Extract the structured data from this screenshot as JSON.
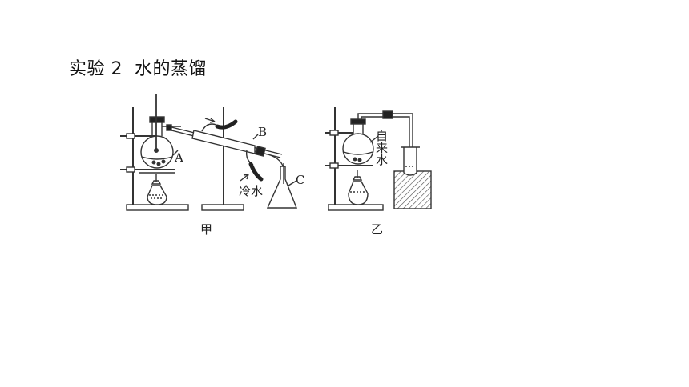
{
  "slide": {
    "title": "实验 2  水的蒸馏"
  },
  "diagram": {
    "apparatus_a": {
      "caption": "甲",
      "label_flask": "A",
      "label_condenser": "B",
      "label_receiver": "C",
      "label_cold_water": "冷水"
    },
    "apparatus_b": {
      "caption": "乙",
      "label_tap_water": "自来水"
    }
  },
  "colors": {
    "stroke": "#333333",
    "stopper": "#222222",
    "hatch": "#555555"
  }
}
